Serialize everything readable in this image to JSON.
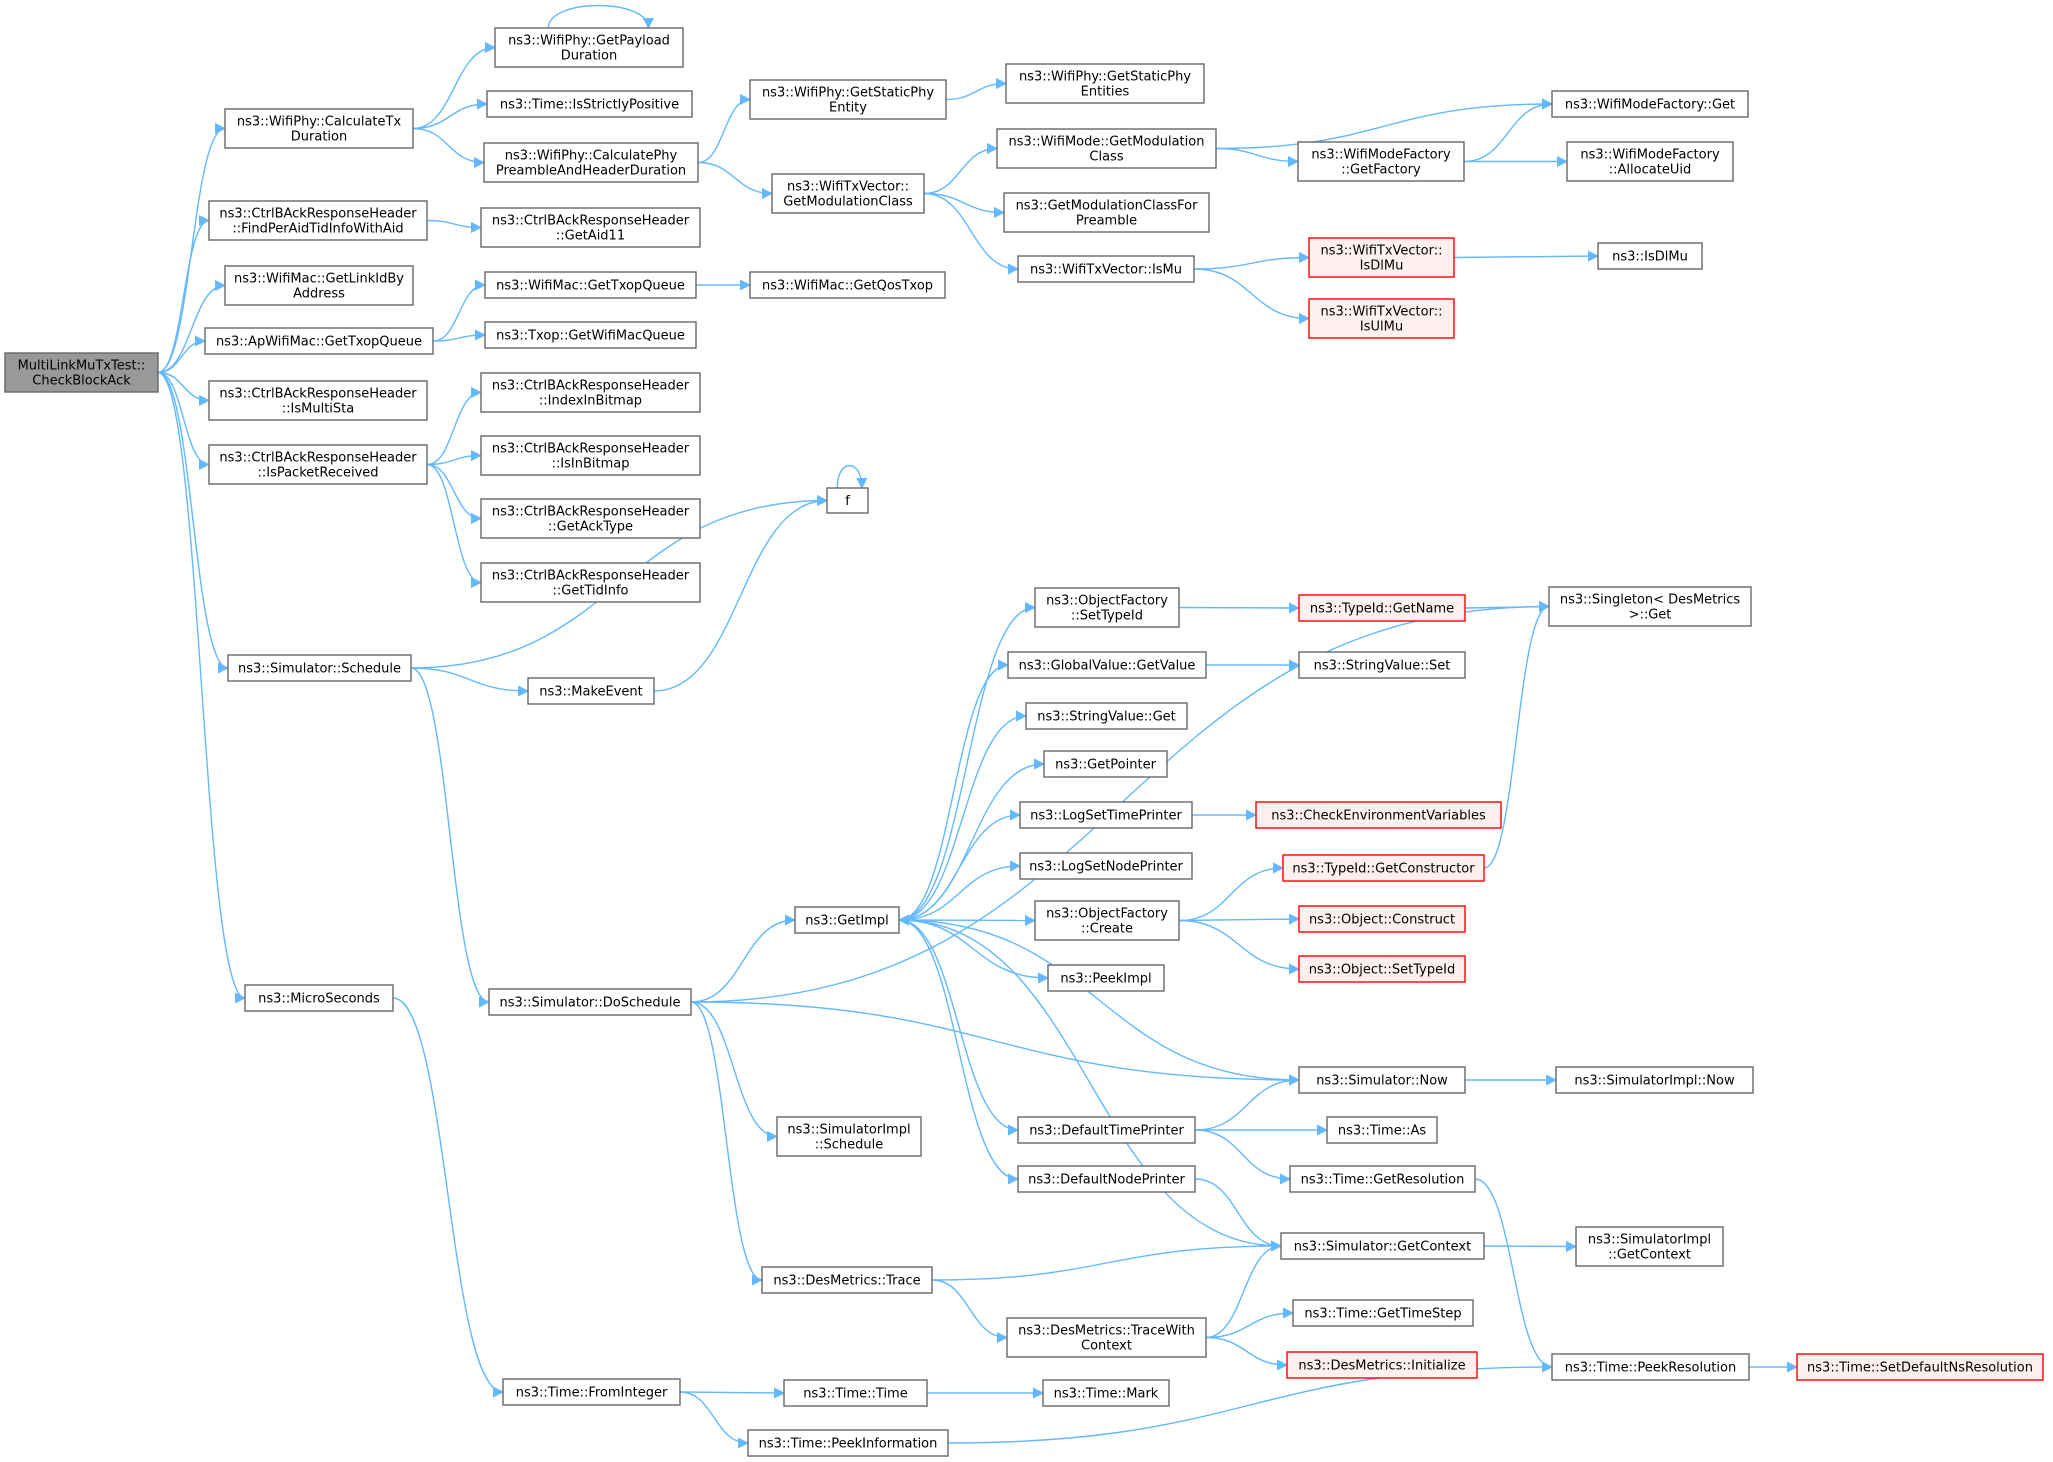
{
  "nodes": [
    {
      "id": "root",
      "lines": [
        "MultiLinkMuTxTest::",
        "CheckBlockAck"
      ],
      "style": "root"
    },
    {
      "id": "calcTx",
      "lines": [
        "ns3::WifiPhy::CalculateTx",
        "Duration"
      ]
    },
    {
      "id": "getPayload",
      "lines": [
        "ns3::WifiPhy::GetPayload",
        "Duration"
      ]
    },
    {
      "id": "isStrictly",
      "lines": [
        "ns3::Time::IsStrictlyPositive"
      ]
    },
    {
      "id": "calcPhyPre",
      "lines": [
        "ns3::WifiPhy::CalculatePhy",
        "PreambleAndHeaderDuration"
      ]
    },
    {
      "id": "getStaticEntity",
      "lines": [
        "ns3::WifiPhy::GetStaticPhy",
        "Entity"
      ]
    },
    {
      "id": "getStaticEntities",
      "lines": [
        "ns3::WifiPhy::GetStaticPhy",
        "Entities"
      ]
    },
    {
      "id": "txvGetModClass",
      "lines": [
        "ns3::WifiTxVector::",
        "GetModulationClass"
      ]
    },
    {
      "id": "modeGetModClass",
      "lines": [
        "ns3::WifiMode::GetModulation",
        "Class"
      ]
    },
    {
      "id": "mfGet",
      "lines": [
        "ns3::WifiModeFactory::Get"
      ]
    },
    {
      "id": "mfGetFactory",
      "lines": [
        "ns3::WifiModeFactory",
        "::GetFactory"
      ]
    },
    {
      "id": "mfAllocUid",
      "lines": [
        "ns3::WifiModeFactory",
        "::AllocateUid"
      ]
    },
    {
      "id": "getModClassPre",
      "lines": [
        "ns3::GetModulationClassFor",
        "Preamble"
      ]
    },
    {
      "id": "txvIsMu",
      "lines": [
        "ns3::WifiTxVector::IsMu"
      ]
    },
    {
      "id": "txvIsDlMu",
      "lines": [
        "ns3::WifiTxVector::",
        "IsDlMu"
      ],
      "style": "red"
    },
    {
      "id": "txvIsUlMu",
      "lines": [
        "ns3::WifiTxVector::",
        "IsUlMu"
      ],
      "style": "red"
    },
    {
      "id": "isDlMu",
      "lines": [
        "ns3::IsDlMu"
      ]
    },
    {
      "id": "findPerAid",
      "lines": [
        "ns3::CtrlBAckResponseHeader",
        "::FindPerAidTidInfoWithAid"
      ]
    },
    {
      "id": "getAid11",
      "lines": [
        "ns3::CtrlBAckResponseHeader",
        "::GetAid11"
      ]
    },
    {
      "id": "getLinkId",
      "lines": [
        "ns3::WifiMac::GetLinkIdBy",
        "Address"
      ]
    },
    {
      "id": "apGetTxop",
      "lines": [
        "ns3::ApWifiMac::GetTxopQueue"
      ]
    },
    {
      "id": "macGetTxop",
      "lines": [
        "ns3::WifiMac::GetTxopQueue"
      ]
    },
    {
      "id": "getQosTxop",
      "lines": [
        "ns3::WifiMac::GetQosTxop"
      ]
    },
    {
      "id": "getWifiMacQueue",
      "lines": [
        "ns3::Txop::GetWifiMacQueue"
      ]
    },
    {
      "id": "isMultiSta",
      "lines": [
        "ns3::CtrlBAckResponseHeader",
        "::IsMultiSta"
      ]
    },
    {
      "id": "isPktRecv",
      "lines": [
        "ns3::CtrlBAckResponseHeader",
        "::IsPacketReceived"
      ]
    },
    {
      "id": "indexInBitmap",
      "lines": [
        "ns3::CtrlBAckResponseHeader",
        "::IndexInBitmap"
      ]
    },
    {
      "id": "isInBitmap",
      "lines": [
        "ns3::CtrlBAckResponseHeader",
        "::IsInBitmap"
      ]
    },
    {
      "id": "getAckType",
      "lines": [
        "ns3::CtrlBAckResponseHeader",
        "::GetAckType"
      ]
    },
    {
      "id": "getTidInfo",
      "lines": [
        "ns3::CtrlBAckResponseHeader",
        "::GetTidInfo"
      ]
    },
    {
      "id": "f",
      "lines": [
        "f"
      ]
    },
    {
      "id": "schedule",
      "lines": [
        "ns3::Simulator::Schedule"
      ]
    },
    {
      "id": "makeEvent",
      "lines": [
        "ns3::MakeEvent"
      ]
    },
    {
      "id": "singletonGet",
      "lines": [
        "ns3::Singleton< DesMetrics",
        "&gt;::Get"
      ]
    },
    {
      "id": "ofSetTypeId",
      "lines": [
        "ns3::ObjectFactory",
        "::SetTypeId"
      ]
    },
    {
      "id": "typeIdGetName",
      "lines": [
        "ns3::TypeId::GetName"
      ],
      "style": "red"
    },
    {
      "id": "gvGetValue",
      "lines": [
        "ns3::GlobalValue::GetValue"
      ]
    },
    {
      "id": "svSet",
      "lines": [
        "ns3::StringValue::Set"
      ]
    },
    {
      "id": "svGet",
      "lines": [
        "ns3::StringValue::Get"
      ]
    },
    {
      "id": "getPointer",
      "lines": [
        "ns3::GetPointer"
      ]
    },
    {
      "id": "logSetTime",
      "lines": [
        "ns3::LogSetTimePrinter"
      ]
    },
    {
      "id": "checkEnv",
      "lines": [
        "ns3::CheckEnvironmentVariables"
      ],
      "style": "red"
    },
    {
      "id": "logSetNode",
      "lines": [
        "ns3::LogSetNodePrinter"
      ]
    },
    {
      "id": "getImpl",
      "lines": [
        "ns3::GetImpl"
      ]
    },
    {
      "id": "ofCreate",
      "lines": [
        "ns3::ObjectFactory",
        "::Create"
      ]
    },
    {
      "id": "typeIdGetCtor",
      "lines": [
        "ns3::TypeId::GetConstructor"
      ],
      "style": "red"
    },
    {
      "id": "objConstruct",
      "lines": [
        "ns3::Object::Construct"
      ],
      "style": "red"
    },
    {
      "id": "objSetTypeId",
      "lines": [
        "ns3::Object::SetTypeId"
      ],
      "style": "red"
    },
    {
      "id": "peekImpl",
      "lines": [
        "ns3::PeekImpl"
      ]
    },
    {
      "id": "microSeconds",
      "lines": [
        "ns3::MicroSeconds"
      ]
    },
    {
      "id": "doSchedule",
      "lines": [
        "ns3::Simulator::DoSchedule"
      ]
    },
    {
      "id": "simNow",
      "lines": [
        "ns3::Simulator::Now"
      ]
    },
    {
      "id": "simImplNow",
      "lines": [
        "ns3::SimulatorImpl::Now"
      ]
    },
    {
      "id": "defTimePrinter",
      "lines": [
        "ns3::DefaultTimePrinter"
      ]
    },
    {
      "id": "timeAs",
      "lines": [
        "ns3::Time::As"
      ]
    },
    {
      "id": "simImplSchedule",
      "lines": [
        "ns3::SimulatorImpl",
        "::Schedule"
      ]
    },
    {
      "id": "timeGetRes",
      "lines": [
        "ns3::Time::GetResolution"
      ]
    },
    {
      "id": "defNodePrinter",
      "lines": [
        "ns3::DefaultNodePrinter"
      ]
    },
    {
      "id": "simGetContext",
      "lines": [
        "ns3::Simulator::GetContext"
      ]
    },
    {
      "id": "simImplGetContext",
      "lines": [
        "ns3::SimulatorImpl",
        "::GetContext"
      ]
    },
    {
      "id": "dmTrace",
      "lines": [
        "ns3::DesMetrics::Trace"
      ]
    },
    {
      "id": "timeGetTimeStep",
      "lines": [
        "ns3::Time::GetTimeStep"
      ]
    },
    {
      "id": "dmTraceWith",
      "lines": [
        "ns3::DesMetrics::TraceWith",
        "Context"
      ]
    },
    {
      "id": "dmInit",
      "lines": [
        "ns3::DesMetrics::Initialize"
      ],
      "style": "red"
    },
    {
      "id": "peekRes",
      "lines": [
        "ns3::Time::PeekResolution"
      ]
    },
    {
      "id": "setDefNsRes",
      "lines": [
        "ns3::Time::SetDefaultNsResolution"
      ],
      "style": "red"
    },
    {
      "id": "fromInteger",
      "lines": [
        "ns3::Time::FromInteger"
      ]
    },
    {
      "id": "timeTime",
      "lines": [
        "ns3::Time::Time"
      ]
    },
    {
      "id": "timeMark",
      "lines": [
        "ns3::Time::Mark"
      ]
    },
    {
      "id": "peekInfo",
      "lines": [
        "ns3::Time::PeekInformation"
      ]
    }
  ],
  "edges": [
    [
      "root",
      "calcTx"
    ],
    [
      "root",
      "findPerAid"
    ],
    [
      "root",
      "getLinkId"
    ],
    [
      "root",
      "apGetTxop"
    ],
    [
      "root",
      "isMultiSta"
    ],
    [
      "root",
      "isPktRecv"
    ],
    [
      "root",
      "schedule"
    ],
    [
      "root",
      "microSeconds"
    ],
    [
      "calcTx",
      "getPayload"
    ],
    [
      "calcTx",
      "isStrictly"
    ],
    [
      "calcTx",
      "calcPhyPre"
    ],
    [
      "getPayload",
      "getPayload"
    ],
    [
      "calcPhyPre",
      "getStaticEntity"
    ],
    [
      "calcPhyPre",
      "txvGetModClass"
    ],
    [
      "getStaticEntity",
      "getStaticEntities"
    ],
    [
      "txvGetModClass",
      "modeGetModClass"
    ],
    [
      "txvGetModClass",
      "getModClassPre"
    ],
    [
      "txvGetModClass",
      "txvIsMu"
    ],
    [
      "modeGetModClass",
      "mfGet"
    ],
    [
      "modeGetModClass",
      "mfGetFactory"
    ],
    [
      "mfGetFactory",
      "mfGet"
    ],
    [
      "mfGetFactory",
      "mfAllocUid"
    ],
    [
      "txvIsMu",
      "txvIsDlMu"
    ],
    [
      "txvIsMu",
      "txvIsUlMu"
    ],
    [
      "txvIsDlMu",
      "isDlMu"
    ],
    [
      "findPerAid",
      "getAid11"
    ],
    [
      "apGetTxop",
      "macGetTxop"
    ],
    [
      "apGetTxop",
      "getWifiMacQueue"
    ],
    [
      "macGetTxop",
      "getQosTxop"
    ],
    [
      "isPktRecv",
      "indexInBitmap"
    ],
    [
      "isPktRecv",
      "isInBitmap"
    ],
    [
      "isPktRecv",
      "getAckType"
    ],
    [
      "isPktRecv",
      "getTidInfo"
    ],
    [
      "schedule",
      "f"
    ],
    [
      "schedule",
      "makeEvent"
    ],
    [
      "schedule",
      "doSchedule"
    ],
    [
      "makeEvent",
      "f"
    ],
    [
      "f",
      "f"
    ],
    [
      "doSchedule",
      "singletonGet"
    ],
    [
      "doSchedule",
      "getImpl"
    ],
    [
      "doSchedule",
      "simNow"
    ],
    [
      "doSchedule",
      "simImplSchedule"
    ],
    [
      "doSchedule",
      "dmTrace"
    ],
    [
      "getImpl",
      "ofSetTypeId"
    ],
    [
      "getImpl",
      "gvGetValue"
    ],
    [
      "getImpl",
      "svGet"
    ],
    [
      "getImpl",
      "getPointer"
    ],
    [
      "getImpl",
      "logSetTime"
    ],
    [
      "getImpl",
      "logSetNode"
    ],
    [
      "getImpl",
      "ofCreate"
    ],
    [
      "getImpl",
      "peekImpl"
    ],
    [
      "getImpl",
      "defTimePrinter"
    ],
    [
      "getImpl",
      "defNodePrinter"
    ],
    [
      "ofSetTypeId",
      "typeIdGetName"
    ],
    [
      "typeIdGetName",
      "singletonGet"
    ],
    [
      "gvGetValue",
      "svSet"
    ],
    [
      "logSetTime",
      "checkEnv"
    ],
    [
      "ofCreate",
      "typeIdGetCtor"
    ],
    [
      "ofCreate",
      "objConstruct"
    ],
    [
      "ofCreate",
      "objSetTypeId"
    ],
    [
      "typeIdGetCtor",
      "singletonGet"
    ],
    [
      "simNow",
      "getImpl"
    ],
    [
      "simNow",
      "simImplNow"
    ],
    [
      "defTimePrinter",
      "simNow"
    ],
    [
      "defTimePrinter",
      "timeAs"
    ],
    [
      "defTimePrinter",
      "timeGetRes"
    ],
    [
      "defNodePrinter",
      "simGetContext"
    ],
    [
      "simGetContext",
      "getImpl"
    ],
    [
      "simGetContext",
      "simImplGetContext"
    ],
    [
      "timeGetRes",
      "peekRes"
    ],
    [
      "peekRes",
      "setDefNsRes"
    ],
    [
      "dmTrace",
      "simGetContext"
    ],
    [
      "dmTrace",
      "dmTraceWith"
    ],
    [
      "dmTraceWith",
      "simGetContext"
    ],
    [
      "dmTraceWith",
      "timeGetTimeStep"
    ],
    [
      "dmTraceWith",
      "dmInit"
    ],
    [
      "microSeconds",
      "fromInteger"
    ],
    [
      "fromInteger",
      "timeTime"
    ],
    [
      "fromInteger",
      "peekInfo"
    ],
    [
      "timeTime",
      "timeMark"
    ],
    [
      "peekInfo",
      "peekRes"
    ]
  ]
}
